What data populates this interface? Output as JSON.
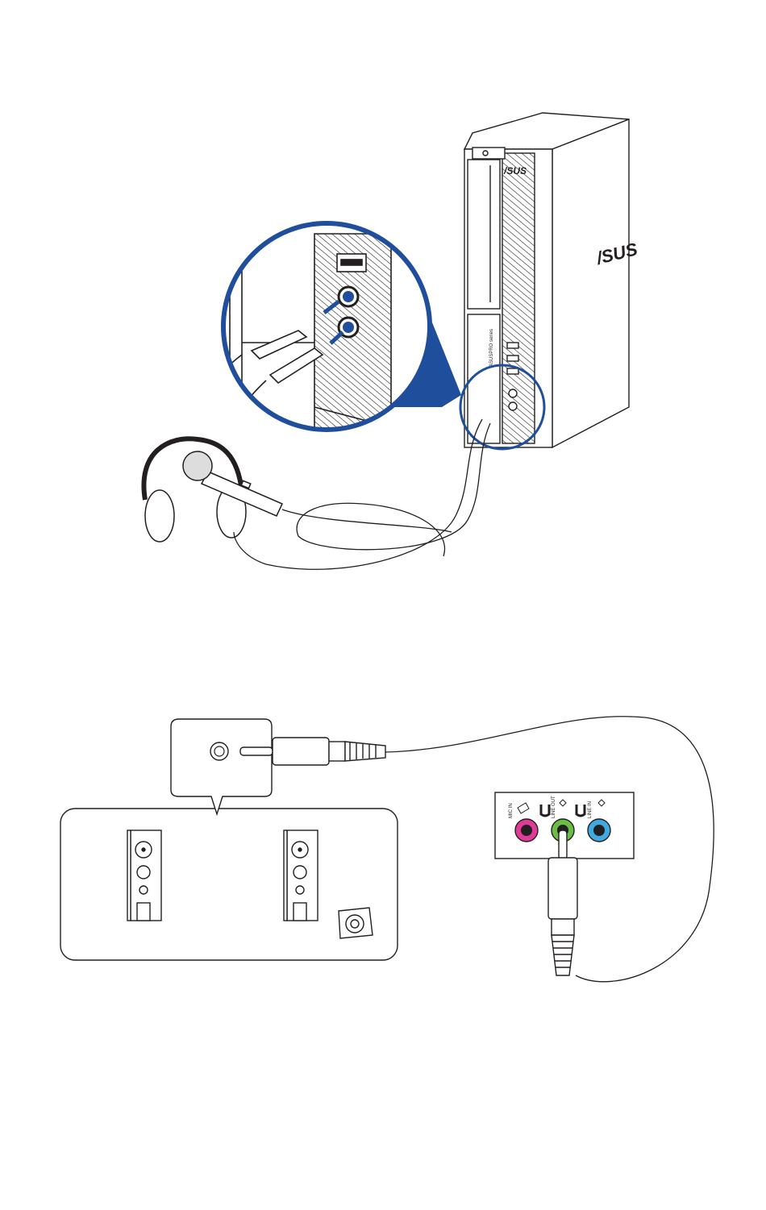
{
  "figure_top": {
    "brand_logo": "/SUS",
    "brand_badge": "/SUS",
    "model_text": "ASUSPRO series"
  },
  "figure_bottom": {
    "port_labels": [
      "MIC IN",
      "LINE OUT",
      "LINE IN"
    ]
  },
  "colors": {
    "line": "#231f20",
    "accent_blue": "#1f4e9c",
    "mic_jack": "#e03c97",
    "line_out_jack": "#6abd45",
    "line_in_jack": "#3fa9e0"
  }
}
